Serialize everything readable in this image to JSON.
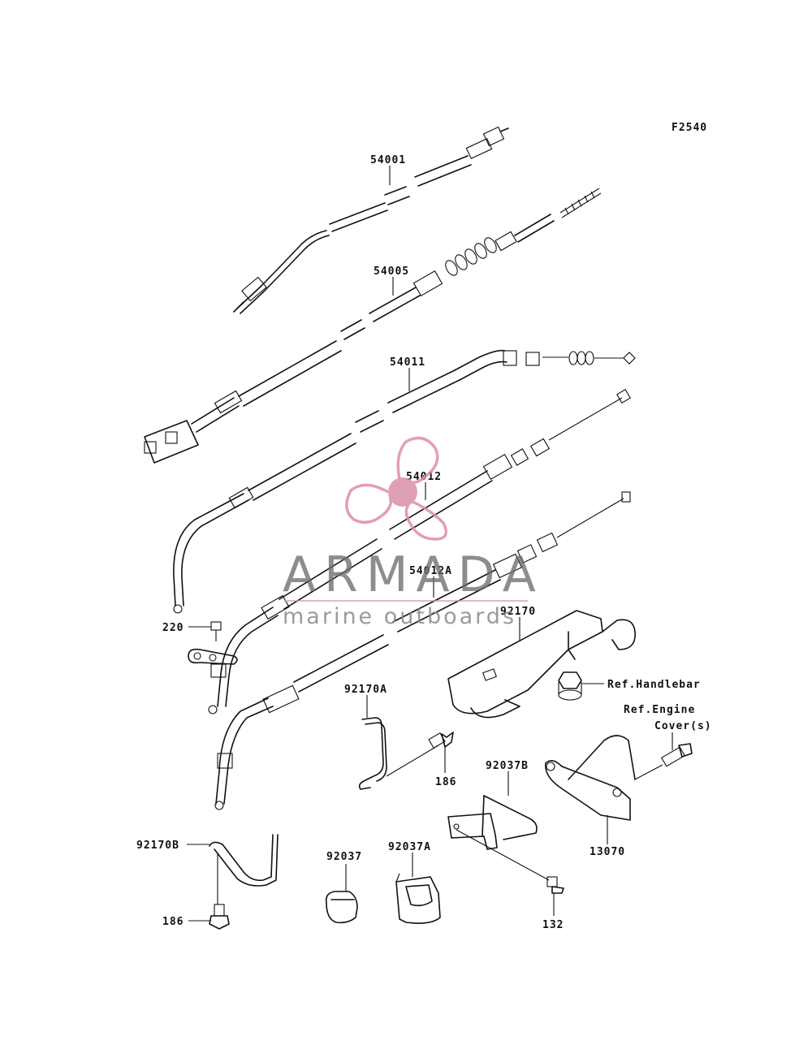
{
  "diagram": {
    "code": "F2540",
    "parts": [
      {
        "id": "54001"
      },
      {
        "id": "54005"
      },
      {
        "id": "54011"
      },
      {
        "id": "54012"
      },
      {
        "id": "54012A"
      },
      {
        "id": "220"
      },
      {
        "id": "92170"
      },
      {
        "id": "92170A"
      },
      {
        "id": "92170B"
      },
      {
        "id": "186a",
        "label": "186"
      },
      {
        "id": "186b",
        "label": "186"
      },
      {
        "id": "92037"
      },
      {
        "id": "92037A"
      },
      {
        "id": "92037B"
      },
      {
        "id": "132"
      },
      {
        "id": "13070"
      }
    ],
    "refs": {
      "handlebar": "Ref.Handlebar",
      "engine_cover_line1": "Ref.Engine",
      "engine_cover_line2": "Cover(s)"
    }
  },
  "watermark": {
    "title": "ARMADA",
    "subtitle": "marine outboards",
    "color": "#dc8fa6"
  }
}
